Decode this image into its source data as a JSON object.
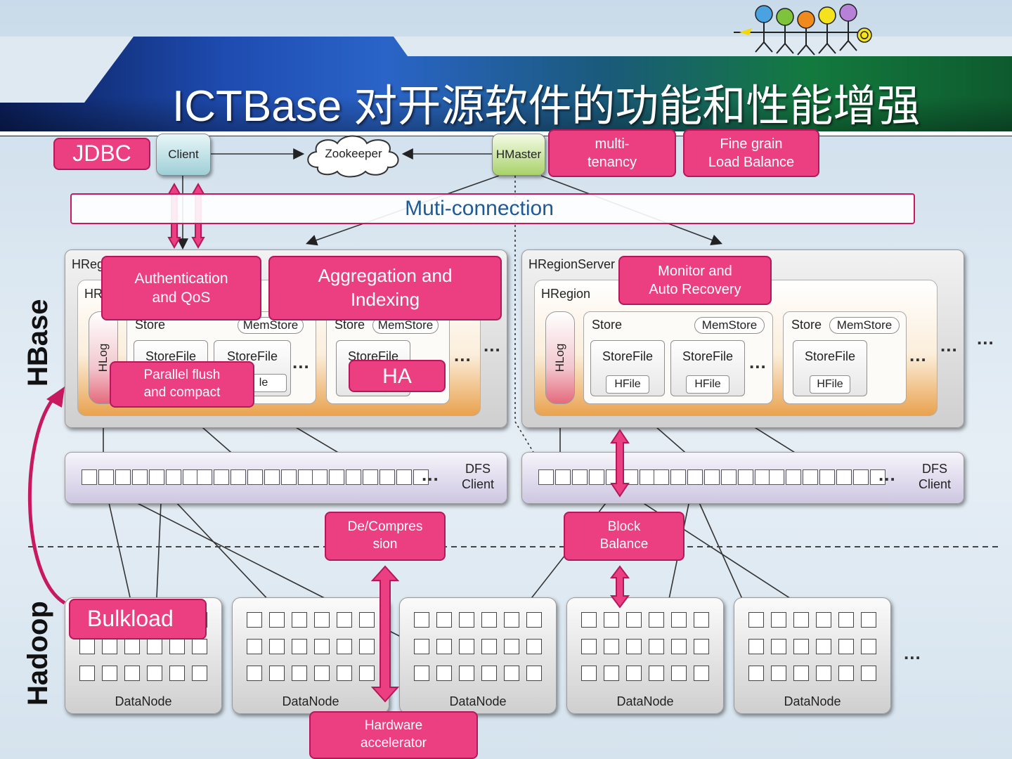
{
  "title": "ICTBase 对开源软件的功能和性能增强",
  "nodes": {
    "client": "Client",
    "zookeeper": "Zookeeper",
    "hmaster": "HMaster"
  },
  "region_left": {
    "server_label": "HReg",
    "region_label": "HR",
    "hlog": "HLog",
    "store1": "Store",
    "memstore1": "MemStore",
    "storefile1": "StoreFile",
    "storefile2": "StoreFile",
    "hfile2": "le",
    "store2": "Store",
    "memstore2": "MemStore",
    "storefile3": "StoreFile"
  },
  "region_right": {
    "server_label": "HRegionServer",
    "region_label": "HRegion",
    "hlog": "HLog",
    "store1": "Store",
    "memstore1": "MemStore",
    "storefile1": "StoreFile",
    "hfile1": "HFile",
    "storefile2": "StoreFile",
    "hfile2": "HFile",
    "store2": "Store",
    "memstore2": "MemStore",
    "storefile3": "StoreFile",
    "hfile3": "HFile"
  },
  "dfs_client_label": "DFS\nClient",
  "ellipsis": "...",
  "datanode_label": "DataNode",
  "side_labels": {
    "hbase": "HBase",
    "hadoop": "Hadoop"
  },
  "callouts": {
    "jdbc": "JDBC",
    "multi_tenancy": "multi-\ntenancy",
    "fine_grain": "Fine grain\nLoad Balance",
    "muti_connection": "Muti-connection",
    "auth_qos": "Authentication\nand QoS",
    "aggregation": "Aggregation and\nIndexing",
    "monitor": "Monitor and\nAuto Recovery",
    "parallel_flush": "Parallel flush\nand compact",
    "ha": "HA",
    "decompression": "De/Compres\nsion",
    "block_balance": "Block\nBalance",
    "bulkload": "Bulkload",
    "hardware": "Hardware\naccelerator"
  },
  "colors": {
    "callout_fill": "#ec3f82",
    "callout_border": "#b3185a",
    "title_text": "#ffffff"
  }
}
